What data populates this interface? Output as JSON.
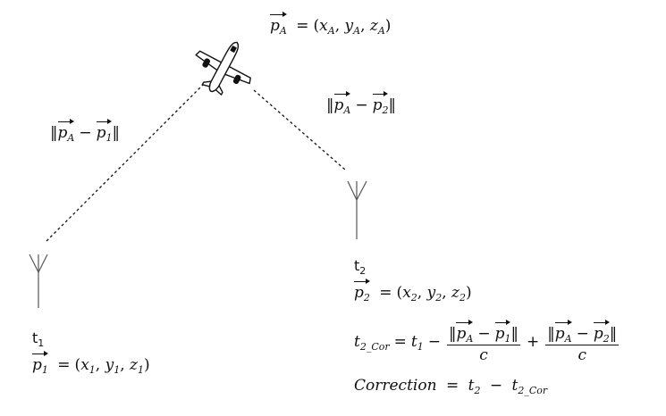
{
  "aircraft": {
    "p": "p",
    "sub": "A",
    "eq": "=",
    "coords": "(x",
    "ys": "y",
    "zs": "z",
    "comma": ",",
    "close": ")"
  },
  "edge_left": {
    "a": "p",
    "a_sub": "A",
    "minus": "−",
    "b": "p",
    "b_sub": "1"
  },
  "edge_right": {
    "a": "p",
    "a_sub": "A",
    "minus": "−",
    "b": "p",
    "b_sub": "2"
  },
  "receiver1": {
    "t_label": "t",
    "t_sub": "1",
    "p": "p",
    "p_sub": "1",
    "x_sub": "1",
    "y_sub": "1",
    "z_sub": "1"
  },
  "receiver2": {
    "t_label": "t",
    "t_sub": "2",
    "p": "p",
    "p_sub": "2",
    "x_sub": "2",
    "y_sub": "2",
    "z_sub": "2"
  },
  "correction_formula": {
    "lhs": "t",
    "lhs_sub": "2_Cor",
    "eq": "=",
    "t1": "t",
    "t1_sub": "1",
    "minus": "−",
    "plus": "+",
    "num1_a_sub": "A",
    "num1_b_sub": "1",
    "num2_a_sub": "A",
    "num2_b_sub": "2",
    "den": "c"
  },
  "correction_def": {
    "word": "Correction",
    "eq": "=",
    "t": "t",
    "t2_sub": "2",
    "minus": "−",
    "t2c_sub": "2_Cor"
  },
  "colors": {
    "stroke": "#111111",
    "plane_body": "#ffffff"
  }
}
